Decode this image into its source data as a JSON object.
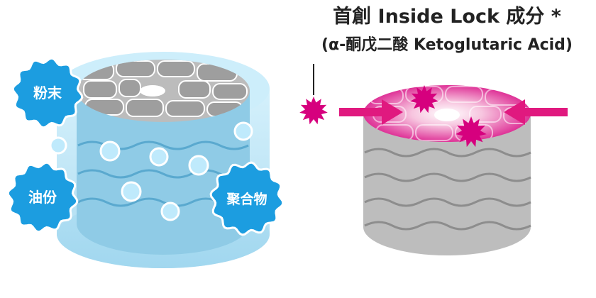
{
  "title": {
    "main": "首創 Inside Lock 成分 *",
    "sub": "(α-酮戊二酸 Ketoglutaric Acid)"
  },
  "left_badges": [
    {
      "label": "粉末"
    },
    {
      "label": "油份"
    },
    {
      "label": "聚合物"
    }
  ],
  "colors": {
    "badge_blue": "#1c9de0",
    "water_blue": "#a9dcf1",
    "water_dark": "#8ccbe8",
    "bubble": "#b6e6fb",
    "skin_gray": "#bdbdbd",
    "cell_gray": "#9a9a9a",
    "magenta": "#d6007e",
    "pink_light": "#f7b3d6",
    "arrow_pink": "#e0197f"
  }
}
